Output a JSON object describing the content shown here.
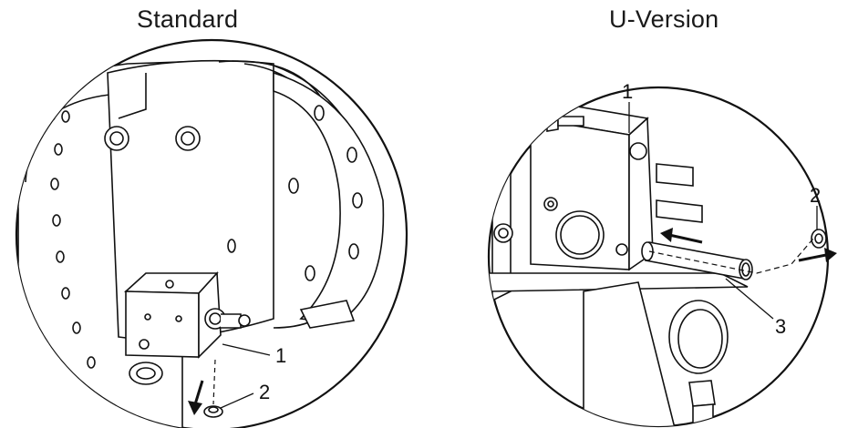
{
  "figures": {
    "standard": {
      "title": "Standard",
      "callouts": {
        "c1": "1",
        "c2": "2"
      }
    },
    "u_version": {
      "title": "U-Version",
      "callouts": {
        "c1": "1",
        "c2": "2",
        "c3": "3"
      }
    }
  }
}
